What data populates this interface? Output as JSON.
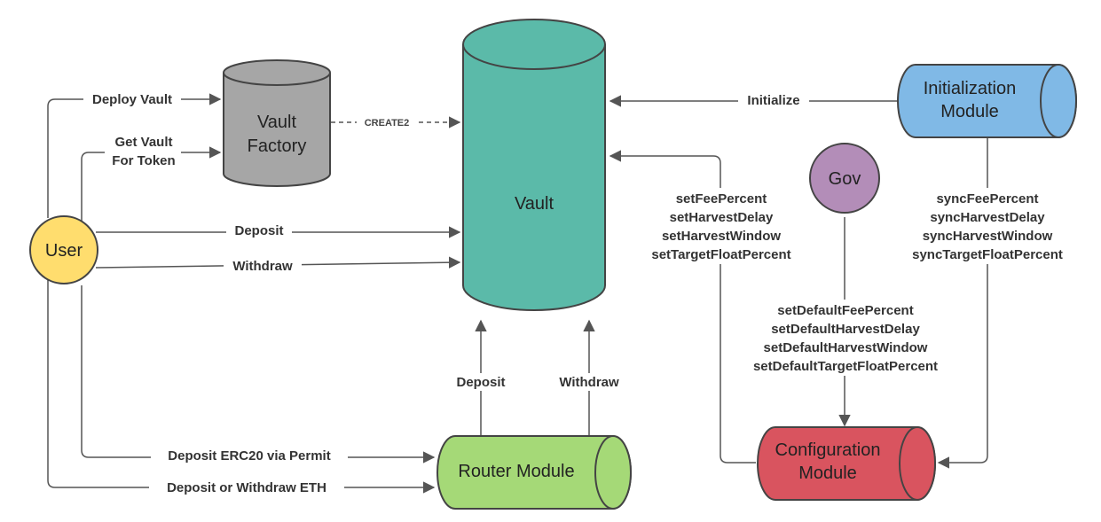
{
  "nodes": {
    "vault": "Vault",
    "factory_line1": "Vault",
    "factory_line2": "Factory",
    "user": "User",
    "init_line1": "Initialization",
    "init_line2": "Module",
    "gov": "Gov",
    "config_line1": "Configuration",
    "config_line2": "Module",
    "router": "Router Module"
  },
  "edges": {
    "deploy_vault": "Deploy Vault",
    "get_vault_1": "Get Vault",
    "get_vault_2": "For Token",
    "create2": "CREATE2",
    "deposit": "Deposit",
    "withdraw": "Withdraw",
    "initialize": "Initialize",
    "router_deposit": "Deposit",
    "router_withdraw": "Withdraw",
    "deposit_permit": "Deposit ERC20 via Permit",
    "deposit_eth": "Deposit or Withdraw ETH",
    "set_params": [
      "setFeePercent",
      "setHarvestDelay",
      "setHarvestWindow",
      "setTargetFloatPercent"
    ],
    "sync_params": [
      "syncFeePercent",
      "syncHarvestDelay",
      "syncHarvestWindow",
      "syncTargetFloatPercent"
    ],
    "default_params": [
      "setDefaultFeePercent",
      "setDefaultHarvestDelay",
      "setDefaultHarvestWindow",
      "setDefaultTargetFloatPercent"
    ]
  },
  "colors": {
    "vault": "#5bbaa9",
    "factory": "#a6a6a6",
    "user": "#ffdd6e",
    "init": "#80b9e6",
    "gov": "#b38db8",
    "config": "#d9545f",
    "router": "#a5d977"
  }
}
